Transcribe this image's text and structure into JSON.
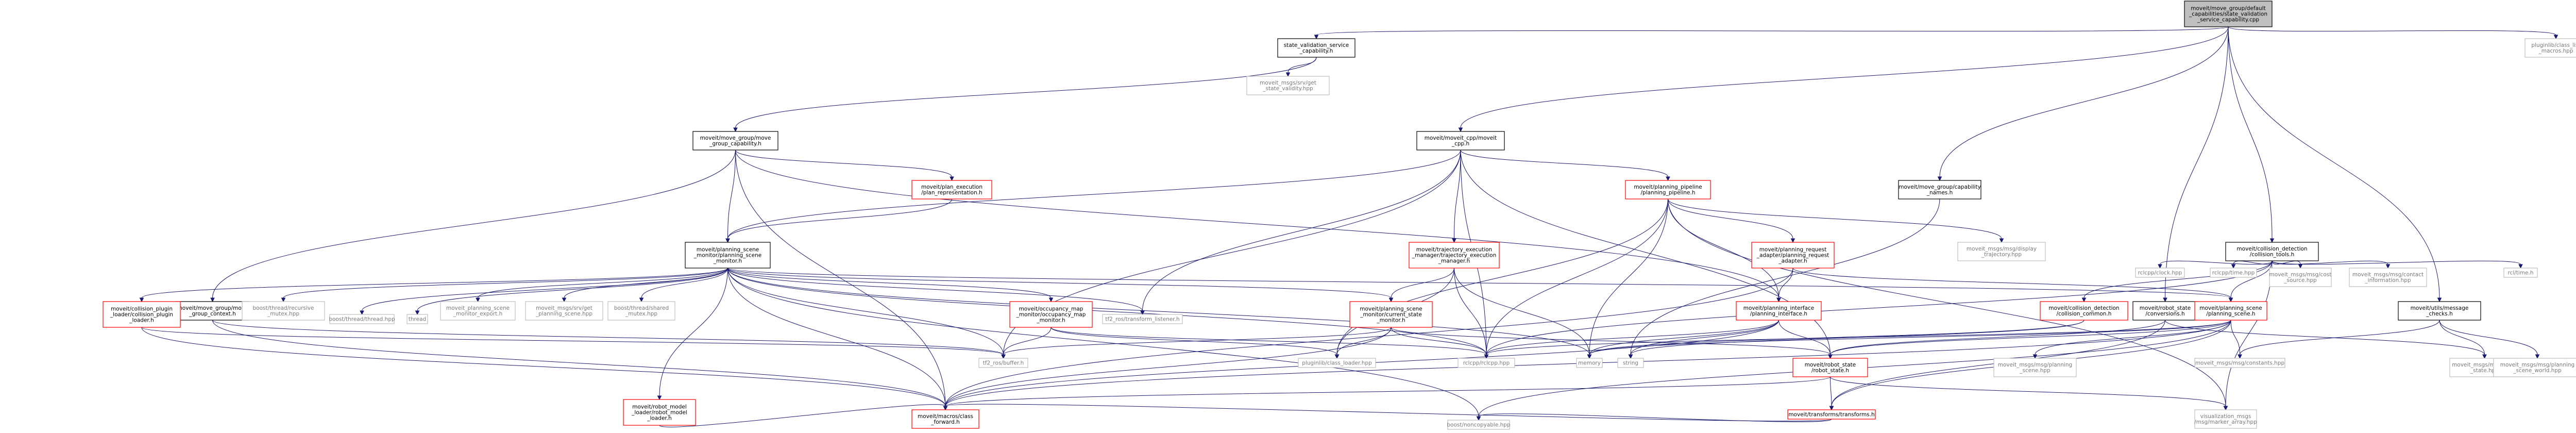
{
  "nodes": [
    {
      "id": "root",
      "lines": [
        "moveit/move_group/default",
        "_capabilities/state_validation",
        "_service_capability.cpp"
      ],
      "style": "root"
    },
    {
      "id": "svc",
      "lines": [
        "state_validation_service",
        "_capability.h"
      ],
      "style": "normal"
    },
    {
      "id": "capnames",
      "lines": [
        "moveit/move_group/capability",
        "_names.h"
      ],
      "style": "normal"
    },
    {
      "id": "cpp",
      "lines": [
        "moveit/moveit_cpp/moveit",
        "_cpp.h"
      ],
      "style": "normal"
    },
    {
      "id": "collisiontools",
      "lines": [
        "moveit/collision_detection",
        "/collision_tools.h"
      ],
      "style": "normal"
    },
    {
      "id": "rsconv",
      "lines": [
        "moveit/robot_state",
        "/conversions.h"
      ],
      "style": "normal"
    },
    {
      "id": "msgchecks",
      "lines": [
        "moveit/utils/message",
        "_checks.h"
      ],
      "style": "normal"
    },
    {
      "id": "classlist",
      "lines": [
        "pluginlib/class_list",
        "_macros.hpp"
      ],
      "style": "leaf"
    },
    {
      "id": "getsv",
      "lines": [
        "moveit_msgs/srv/get",
        "_state_validity.hpp"
      ],
      "style": "leaf"
    },
    {
      "id": "mgcap",
      "lines": [
        "moveit/move_group/move",
        "_group_capability.h"
      ],
      "style": "normal"
    },
    {
      "id": "planexec",
      "lines": [
        "moveit/plan_execution",
        "/plan_representation.h"
      ],
      "style": "red"
    },
    {
      "id": "psm",
      "lines": [
        "moveit/planning_scene",
        "_monitor/planning_scene",
        "_monitor.h"
      ],
      "style": "normal"
    },
    {
      "id": "mgcontext",
      "lines": [
        "moveit/move_group/move",
        "_group_context.h"
      ],
      "style": "normal"
    },
    {
      "id": "pipeline",
      "lines": [
        "moveit/planning_pipeline",
        "/planning_pipeline.h"
      ],
      "style": "red"
    },
    {
      "id": "tem",
      "lines": [
        "moveit/trajectory_execution",
        "_manager/trajectory_execution",
        "_manager.h"
      ],
      "style": "red"
    },
    {
      "id": "prad",
      "lines": [
        "moveit/planning_request",
        "_adapter/planning_request",
        "_adapter.h"
      ],
      "style": "red"
    },
    {
      "id": "displaytraj",
      "lines": [
        "moveit_msgs/msg/display",
        "_trajectory.hpp"
      ],
      "style": "leaf"
    },
    {
      "id": "pintf",
      "lines": [
        "moveit/planning_interface",
        "/planning_interface.h"
      ],
      "style": "red"
    },
    {
      "id": "csm",
      "lines": [
        "moveit/planning_scene",
        "_monitor/current_state",
        "_monitor.h"
      ],
      "style": "red"
    },
    {
      "id": "cdcommon",
      "lines": [
        "moveit/collision_detection",
        "/collision_common.h"
      ],
      "style": "red"
    },
    {
      "id": "ps",
      "lines": [
        "moveit/planning_scene",
        "/planning_scene.h"
      ],
      "style": "red"
    },
    {
      "id": "cplugin",
      "lines": [
        "moveit/collision_plugin",
        "_loader/collision_plugin",
        "_loader.h"
      ],
      "style": "red"
    },
    {
      "id": "recmutex",
      "lines": [
        "boost/thread/recursive",
        "_mutex.hpp"
      ],
      "style": "leaf"
    },
    {
      "id": "boostthread",
      "lines": [
        "boost/thread/thread.hpp"
      ],
      "style": "leaf"
    },
    {
      "id": "thread",
      "lines": [
        "thread"
      ],
      "style": "leaf"
    },
    {
      "id": "psmexport",
      "lines": [
        "moveit_planning_scene",
        "_monitor_export.h"
      ],
      "style": "leaf"
    },
    {
      "id": "getps",
      "lines": [
        "moveit_msgs/srv/get",
        "_planning_scene.hpp"
      ],
      "style": "leaf"
    },
    {
      "id": "sharedmutex",
      "lines": [
        "boost/thread/shared",
        "_mutex.hpp"
      ],
      "style": "leaf"
    },
    {
      "id": "occmap",
      "lines": [
        "moveit/occupancy_map",
        "_monitor/occupancy_map",
        "_monitor.h"
      ],
      "style": "red"
    },
    {
      "id": "tflistener",
      "lines": [
        "tf2_ros/transform_listener.h"
      ],
      "style": "leaf"
    },
    {
      "id": "rmloader",
      "lines": [
        "moveit/robot_model",
        "_loader/robot_model",
        "_loader.h"
      ],
      "style": "red"
    },
    {
      "id": "tfbuffer",
      "lines": [
        "tf2_ros/buffer.h"
      ],
      "style": "leaf"
    },
    {
      "id": "rclcpp",
      "lines": [
        "rclcpp/rclcpp.hpp"
      ],
      "style": "leaf"
    },
    {
      "id": "classloader",
      "lines": [
        "pluginlib/class_loader.hpp"
      ],
      "style": "leaf"
    },
    {
      "id": "memory",
      "lines": [
        "memory"
      ],
      "style": "leaf"
    },
    {
      "id": "string",
      "lines": [
        "string"
      ],
      "style": "leaf"
    },
    {
      "id": "robotstate",
      "lines": [
        "moveit/robot_state",
        "/robot_state.h"
      ],
      "style": "red"
    },
    {
      "id": "psmsg",
      "lines": [
        "moveit_msgs/msg/planning",
        "_scene.hpp"
      ],
      "style": "leaf"
    },
    {
      "id": "constants",
      "lines": [
        "moveit_msgs/msg/constants.hpp"
      ],
      "style": "leaf"
    },
    {
      "id": "rsmsg",
      "lines": [
        "moveit_msgs/msg/robot",
        "_state.hpp"
      ],
      "style": "leaf"
    },
    {
      "id": "psworld",
      "lines": [
        "moveit_msgs/msg/planning",
        "_scene_world.hpp"
      ],
      "style": "leaf"
    },
    {
      "id": "transforms",
      "lines": [
        "moveit/transforms/transforms.h"
      ],
      "style": "red"
    },
    {
      "id": "markerarray",
      "lines": [
        "visualization_msgs",
        "/msg/marker_array.hpp"
      ],
      "style": "leaf"
    },
    {
      "id": "classforward",
      "lines": [
        "moveit/macros/class",
        "_forward.h"
      ],
      "style": "red"
    },
    {
      "id": "noncopyable",
      "lines": [
        "boost/noncopyable.hpp"
      ],
      "style": "leaf"
    },
    {
      "id": "rclclock",
      "lines": [
        "rclcpp/clock.hpp"
      ],
      "style": "leaf"
    },
    {
      "id": "rcltime",
      "lines": [
        "rclcpp/time.hpp"
      ],
      "style": "leaf"
    },
    {
      "id": "costsrc",
      "lines": [
        "moveit_msgs/msg/cost",
        "_source.hpp"
      ],
      "style": "leaf"
    },
    {
      "id": "contactinfo",
      "lines": [
        "moveit_msgs/msg/contact",
        "_information.hpp"
      ],
      "style": "leaf"
    },
    {
      "id": "rcltimeh",
      "lines": [
        "rcl/time.h"
      ],
      "style": "leaf"
    }
  ],
  "edges": [
    [
      "root",
      "svc"
    ],
    [
      "root",
      "capnames"
    ],
    [
      "root",
      "cpp"
    ],
    [
      "root",
      "collisiontools"
    ],
    [
      "root",
      "rsconv"
    ],
    [
      "root",
      "msgchecks"
    ],
    [
      "root",
      "classlist"
    ],
    [
      "svc",
      "getsv"
    ],
    [
      "svc",
      "mgcap"
    ],
    [
      "mgcap",
      "planexec"
    ],
    [
      "mgcap",
      "psm"
    ],
    [
      "mgcap",
      "mgcontext"
    ],
    [
      "mgcap",
      "pintf"
    ],
    [
      "mgcap",
      "classforward"
    ],
    [
      "planexec",
      "psm"
    ],
    [
      "capnames",
      "string"
    ],
    [
      "cpp",
      "psm"
    ],
    [
      "cpp",
      "pipeline"
    ],
    [
      "cpp",
      "tem"
    ],
    [
      "cpp",
      "rclcpp"
    ],
    [
      "cpp",
      "tfbuffer"
    ],
    [
      "cpp",
      "tflistener"
    ],
    [
      "cpp",
      "robotstate"
    ],
    [
      "pipeline",
      "prad"
    ],
    [
      "pipeline",
      "pintf"
    ],
    [
      "pipeline",
      "displaytraj"
    ],
    [
      "pipeline",
      "classloader"
    ],
    [
      "pipeline",
      "memory"
    ],
    [
      "pipeline",
      "rclcpp"
    ],
    [
      "pipeline",
      "markerarray"
    ],
    [
      "tem",
      "csm"
    ],
    [
      "tem",
      "rclcpp"
    ],
    [
      "tem",
      "classloader"
    ],
    [
      "tem",
      "memory"
    ],
    [
      "prad",
      "pintf"
    ],
    [
      "prad",
      "ps"
    ],
    [
      "prad",
      "classforward"
    ],
    [
      "pintf",
      "rclcpp"
    ],
    [
      "pintf",
      "string"
    ],
    [
      "pintf",
      "memory"
    ],
    [
      "pintf",
      "classforward"
    ],
    [
      "pintf",
      "robotstate"
    ],
    [
      "psm",
      "cplugin"
    ],
    [
      "psm",
      "recmutex"
    ],
    [
      "psm",
      "boostthread"
    ],
    [
      "psm",
      "thread"
    ],
    [
      "psm",
      "psmexport"
    ],
    [
      "psm",
      "getps"
    ],
    [
      "psm",
      "sharedmutex"
    ],
    [
      "psm",
      "occmap"
    ],
    [
      "psm",
      "tflistener"
    ],
    [
      "psm",
      "rmloader"
    ],
    [
      "psm",
      "csm"
    ],
    [
      "psm",
      "ps"
    ],
    [
      "psm",
      "tfbuffer"
    ],
    [
      "psm",
      "rclcpp"
    ],
    [
      "psm",
      "classforward"
    ],
    [
      "psm",
      "noncopyable"
    ],
    [
      "psm",
      "memory"
    ],
    [
      "csm",
      "rclcpp"
    ],
    [
      "csm",
      "tfbuffer"
    ],
    [
      "csm",
      "classloader"
    ],
    [
      "csm",
      "robotstate"
    ],
    [
      "csm",
      "classforward"
    ],
    [
      "occmap",
      "rclcpp"
    ],
    [
      "occmap",
      "tfbuffer"
    ],
    [
      "occmap",
      "classloader"
    ],
    [
      "cplugin",
      "tfbuffer"
    ],
    [
      "cplugin",
      "classforward"
    ],
    [
      "rmloader",
      "classforward"
    ],
    [
      "mgcontext",
      "classforward"
    ],
    [
      "mgcontext",
      "tfbuffer"
    ],
    [
      "collisiontools",
      "cdcommon"
    ],
    [
      "collisiontools",
      "ps"
    ],
    [
      "collisiontools",
      "rclclock"
    ],
    [
      "collisiontools",
      "rcltime"
    ],
    [
      "collisiontools",
      "costsrc"
    ],
    [
      "collisiontools",
      "contactinfo"
    ],
    [
      "collisiontools",
      "rcltimeh"
    ],
    [
      "collisiontools",
      "markerarray"
    ],
    [
      "collisiontools",
      "rclcpp"
    ],
    [
      "cdcommon",
      "string"
    ],
    [
      "cdcommon",
      "memory"
    ],
    [
      "ps",
      "robotstate"
    ],
    [
      "ps",
      "psmsg"
    ],
    [
      "ps",
      "constants"
    ],
    [
      "ps",
      "transforms"
    ],
    [
      "ps",
      "classforward"
    ],
    [
      "ps",
      "noncopyable"
    ],
    [
      "ps",
      "rclcpp"
    ],
    [
      "ps",
      "memory"
    ],
    [
      "rsconv",
      "robotstate"
    ],
    [
      "rsconv",
      "rsmsg"
    ],
    [
      "rsconv",
      "transforms"
    ],
    [
      "msgchecks",
      "psworld"
    ],
    [
      "msgchecks",
      "constants"
    ],
    [
      "msgchecks",
      "rsmsg"
    ],
    [
      "robotstate",
      "transforms"
    ],
    [
      "robotstate",
      "classforward"
    ],
    [
      "robotstate",
      "markerarray"
    ],
    [
      "transforms",
      "classforward"
    ],
    [
      "transforms",
      "noncopyable"
    ]
  ]
}
